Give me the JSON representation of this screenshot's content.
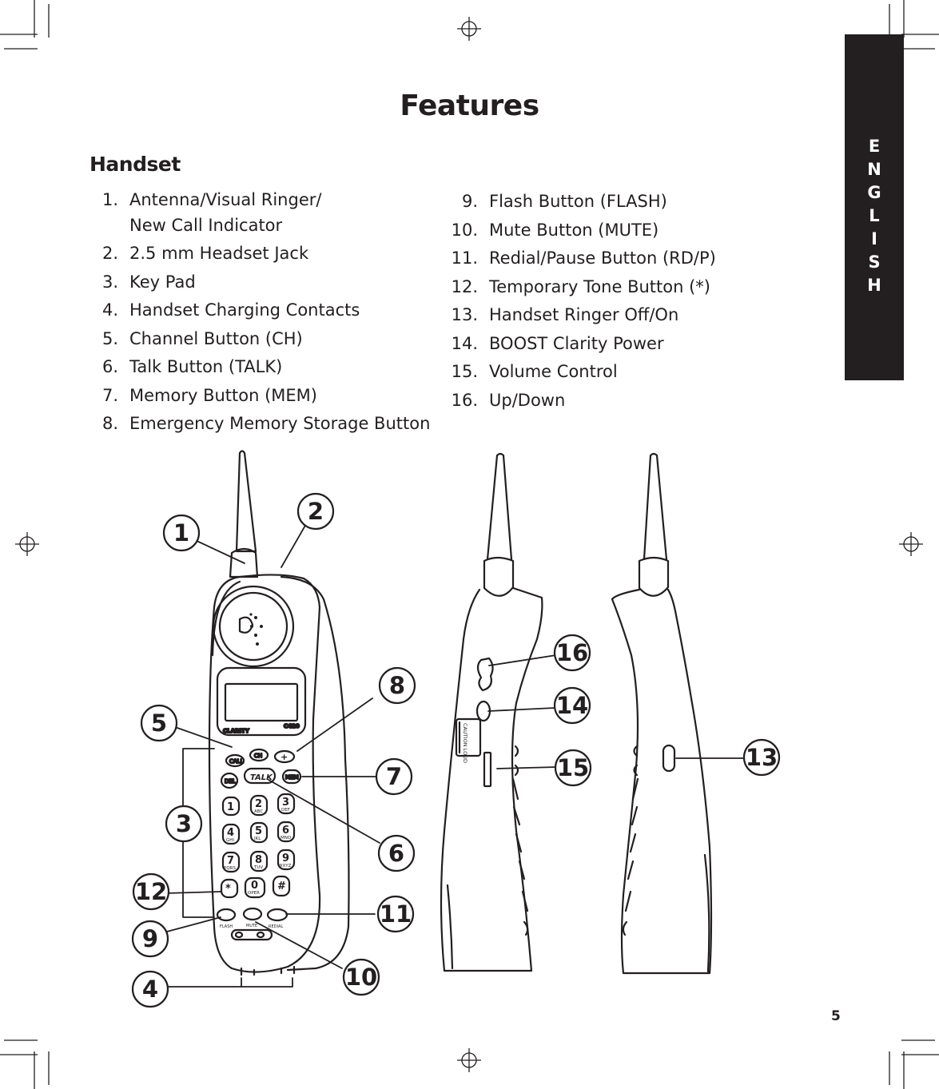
{
  "page_title": "Features",
  "section_heading": "Handset",
  "language_tab": "ENGLISH",
  "page_number": "5",
  "features_left": [
    {
      "num": "1.",
      "label": "Antenna/Visual Ringer/",
      "label2": "New Call Indicator"
    },
    {
      "num": "2.",
      "label": "2.5 mm Headset Jack"
    },
    {
      "num": "3.",
      "label": "Key Pad"
    },
    {
      "num": "4.",
      "label": "Handset Charging Contacts"
    },
    {
      "num": "5.",
      "label": "Channel Button (CH)"
    },
    {
      "num": "6.",
      "label": "Talk Button (TALK)"
    },
    {
      "num": "7.",
      "label": "Memory Button (MEM)"
    },
    {
      "num": "8.",
      "label": "Emergency Memory Storage Button"
    }
  ],
  "features_right": [
    {
      "num": "9.",
      "label": "Flash Button (FLASH)"
    },
    {
      "num": "10.",
      "label": "Mute Button (MUTE)"
    },
    {
      "num": "11.",
      "label": "Redial/Pause Button (RD/P)"
    },
    {
      "num": "12.",
      "label": "Temporary Tone Button (*)"
    },
    {
      "num": "13.",
      "label": "Handset Ringer Off/On"
    },
    {
      "num": "14.",
      "label": "BOOST Clarity Power"
    },
    {
      "num": "15.",
      "label": "Volume Control"
    },
    {
      "num": "16.",
      "label": "Up/Down"
    }
  ],
  "callouts": [
    "1",
    "2",
    "3",
    "4",
    "5",
    "6",
    "7",
    "8",
    "9",
    "10",
    "11",
    "12",
    "13",
    "14",
    "15",
    "16"
  ],
  "handset_labels": {
    "model": "C420",
    "brand": "CLARITY",
    "talk": "TALK",
    "call": "CALL",
    "ch": "CH",
    "del": "DEL",
    "mem": "MEM",
    "flash": "FLASH",
    "mute": "MUTE",
    "redial": "REDIAL",
    "oper": "OPER",
    "side_label": "CAUTION LOUD"
  },
  "keypad": [
    {
      "digit": "1",
      "letters": ""
    },
    {
      "digit": "2",
      "letters": "ABC"
    },
    {
      "digit": "3",
      "letters": "DEF"
    },
    {
      "digit": "4",
      "letters": "GHI"
    },
    {
      "digit": "5",
      "letters": "JKL"
    },
    {
      "digit": "6",
      "letters": "MNO"
    },
    {
      "digit": "7",
      "letters": "PQRS"
    },
    {
      "digit": "8",
      "letters": "TUV"
    },
    {
      "digit": "9",
      "letters": "WXYZ"
    },
    {
      "digit": "*",
      "letters": ""
    },
    {
      "digit": "0",
      "letters": "OPER"
    },
    {
      "digit": "#",
      "letters": ""
    }
  ]
}
